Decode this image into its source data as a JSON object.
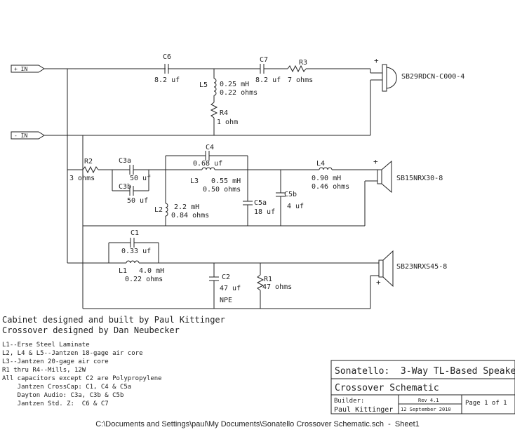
{
  "inputs": {
    "plus": "+ IN",
    "minus": "- IN"
  },
  "components": {
    "c6": {
      "ref": "C6",
      "value": "8.2 uf"
    },
    "c7": {
      "ref": "C7",
      "value": "8.2 uf"
    },
    "r3": {
      "ref": "R3",
      "value": "7 ohms"
    },
    "l5": {
      "ref": "L5",
      "inductance": "0.25 mH",
      "resistance": "0.22 ohms"
    },
    "r4": {
      "ref": "R4",
      "value": "1 ohm"
    },
    "r2": {
      "ref": "R2",
      "value": "3 ohms"
    },
    "c3a": {
      "ref": "C3a",
      "value": "50 uf"
    },
    "c3b": {
      "ref": "C3b",
      "value": "50 uf"
    },
    "c4": {
      "ref": "C4",
      "value": "0.68 uf"
    },
    "l3": {
      "ref": "L3",
      "inductance": "0.55 mH",
      "resistance": "0.50 ohms"
    },
    "l4": {
      "ref": "L4",
      "inductance": "0.90 mH",
      "resistance": "0.46 ohms"
    },
    "l2": {
      "ref": "L2",
      "inductance": "2.2 mH",
      "resistance": "0.84 ohms"
    },
    "c5a": {
      "ref": "C5a",
      "value": "18 uf"
    },
    "c5b": {
      "ref": "C5b",
      "value": "4 uf"
    },
    "c1": {
      "ref": "C1",
      "value": "0.33 uf"
    },
    "l1": {
      "ref": "L1",
      "inductance": "4.0 mH",
      "resistance": "0.22 ohms"
    },
    "c2": {
      "ref": "C2",
      "value": "47 uf",
      "type": "NPE"
    },
    "r1": {
      "ref": "R1",
      "value": "47 ohms"
    }
  },
  "speakers": {
    "tweeter": {
      "model": "SB29RDCN-C000-4",
      "plus": "+"
    },
    "mid": {
      "model": "SB15NRX30-8",
      "plus": "+"
    },
    "woofer": {
      "model": "SB23NRXS45-8",
      "plus": "+"
    }
  },
  "credits": {
    "line1": "Cabinet designed and built by Paul Kittinger",
    "line2": "Crossover designed by Dan Neubecker"
  },
  "notes": [
    "L1--Erse Steel Laminate",
    "L2, L4 & L5--Jantzen 18-gage air core",
    "L3--Jantzen 20-gage air core",
    "R1 thru R4--Mills, 12W",
    "All capacitors except C2 are Polypropylene",
    "    Jantzen CrossCap: C1, C4 & C5a",
    "    Dayton Audio: C3a, C3b & C5b",
    "    Jantzen Std. Z:  C6 & C7"
  ],
  "title_block": {
    "title": "Sonatello:  3-Way TL-Based Speake",
    "subtitle": "Crossover Schematic",
    "builder_label": "Builder:",
    "builder": "Paul Kittinger",
    "rev": "Rev 4.1",
    "date": "12 September 2010",
    "page": "Page 1 of 1"
  },
  "footer_path": "C:\\Documents and Settings\\paul\\My Documents\\Sonatello Crossover Schematic.sch  -  Sheet1"
}
